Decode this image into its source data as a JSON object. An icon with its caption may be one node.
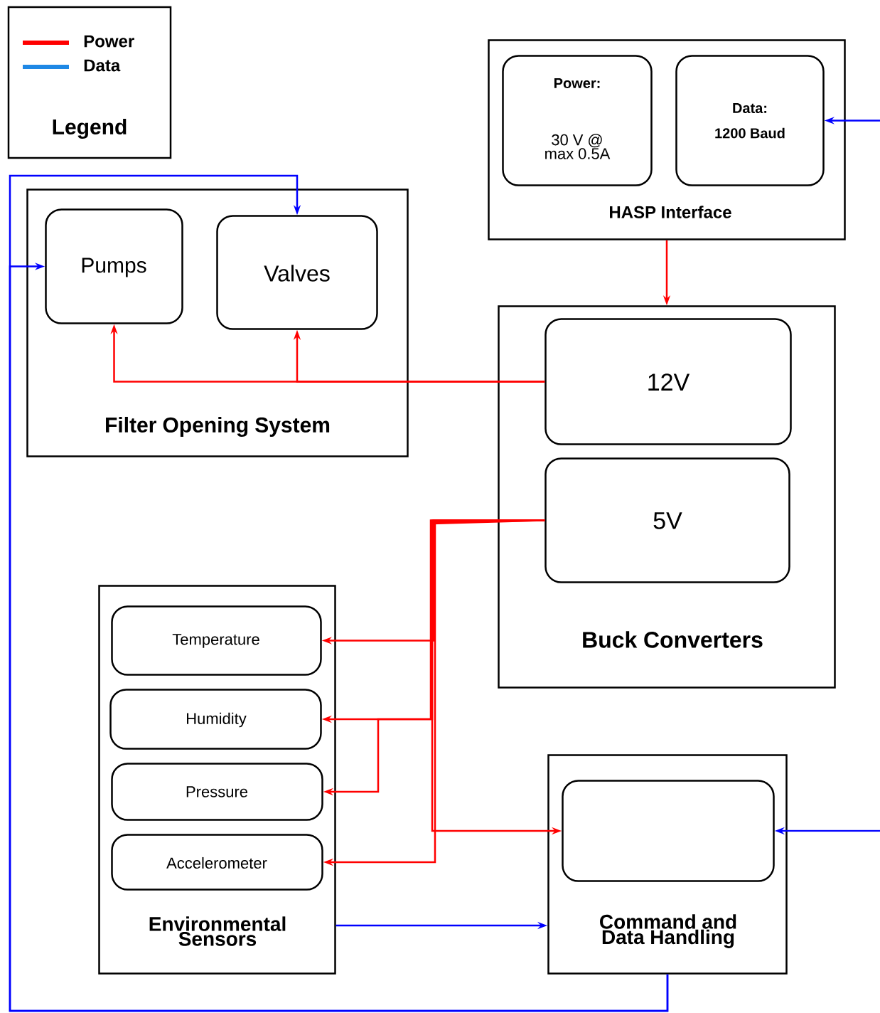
{
  "diagram": {
    "nodes": [
      {
        "text": [
          "HASP Interface"
        ]
      },
      {
        "text": [
          "Power:",
          "30 V @ max 0.5A"
        ],
        "in": 0
      },
      {
        "text": [
          "Data:",
          "1200 Baud"
        ],
        "in": 0
      },
      {
        "text": [
          "Filter Opening System"
        ]
      },
      {
        "text": [
          "Pumps"
        ],
        "in": 3
      },
      {
        "text": [
          "Valves"
        ],
        "in": 3
      },
      {
        "text": [
          "Buck Converters"
        ]
      },
      {
        "text": [
          "12V"
        ],
        "in": 6
      },
      {
        "text": [
          "5V"
        ],
        "in": 6
      },
      {
        "text": [
          "Environmental Sensors"
        ]
      },
      {
        "text": [
          "Temperature"
        ],
        "in": 9
      },
      {
        "text": [
          "Humidity"
        ],
        "in": 9
      },
      {
        "text": [
          "Pressure"
        ],
        "in": 9
      },
      {
        "text": [
          "Accelerometer"
        ],
        "in": 9
      },
      {
        "text": [
          "Command and Data Handling"
        ]
      },
      {
        "text": [],
        "shape": "box",
        "in": 14
      }
    ],
    "edges": [
      {
        "from": null,
        "to": 2,
        "arrow": "to",
        "color": "#0000ff"
      },
      {
        "from": null,
        "to": 15,
        "arrow": "to",
        "color": "#0000ff"
      },
      {
        "from": 0,
        "to": 6,
        "arrow": "to"
      },
      {
        "from": 7,
        "to": 4,
        "arrow": "to"
      },
      {
        "from": 7,
        "to": 5,
        "arrow": "to"
      },
      {
        "from": 8,
        "to": 10,
        "arrow": "to"
      },
      {
        "from": 8,
        "to": 11,
        "arrow": "to"
      },
      {
        "from": 8,
        "to": 12,
        "arrow": "to"
      },
      {
        "from": 8,
        "to": 13,
        "arrow": "to"
      },
      {
        "from": 8,
        "to": 15,
        "arrow": "to"
      },
      {
        "from": 9,
        "to": 14,
        "arrow": "to",
        "color": "#0000ff"
      },
      {
        "from": 14,
        "to": 4,
        "arrow": "to",
        "color": "#0000ff"
      },
      {
        "from": 14,
        "to": 5,
        "arrow": "to",
        "color": "#0000ff"
      }
    ],
    "labels": [
      "Legend"
    ],
    "legend": [
      {
        "text": "Power",
        "color": "#ff0000"
      },
      {
        "text": "Data",
        "color": "#1e88e5"
      }
    ]
  }
}
